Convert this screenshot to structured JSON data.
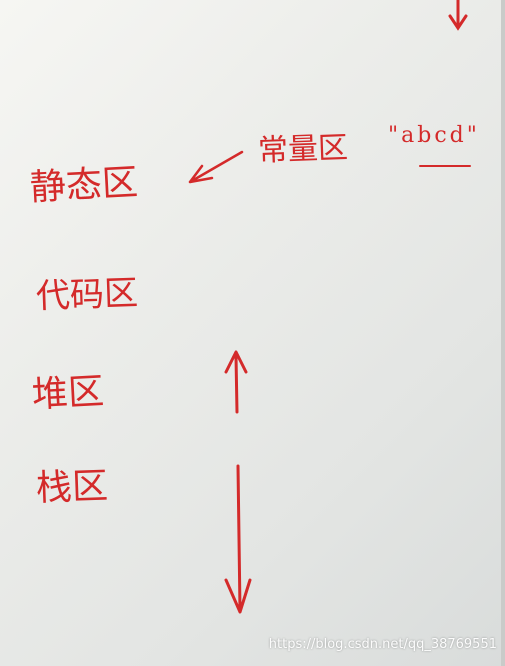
{
  "handwriting": {
    "static_area": "静态区",
    "constant_area": "常量区",
    "string_literal": "\"abcd\"",
    "code_area": "代码区",
    "heap_area": "堆区",
    "stack_area": "栈区"
  },
  "watermark": "https://blog.csdn.net/qq_38769551",
  "colors": {
    "ink": "#d42a2a",
    "paper": "#ecedea"
  }
}
